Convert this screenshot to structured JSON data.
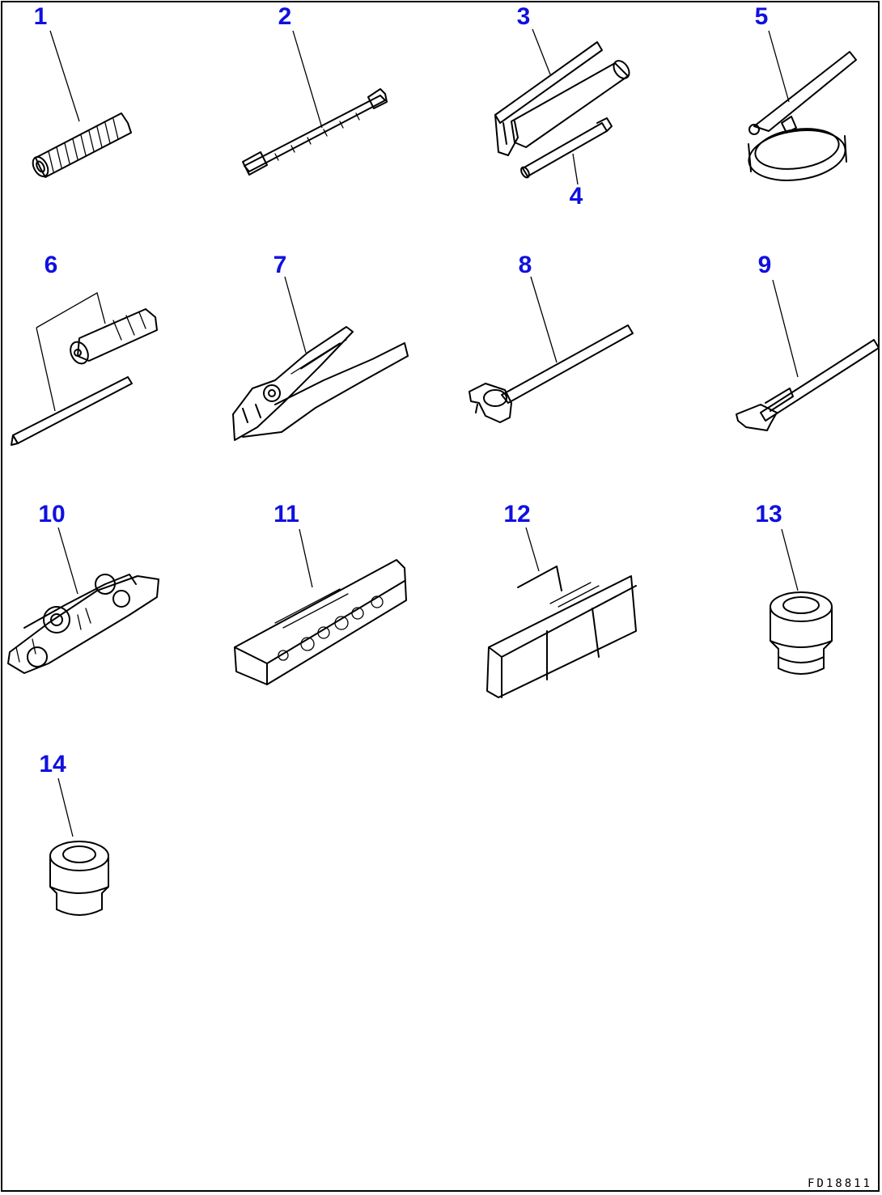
{
  "diagram": {
    "drawing_code": "FD18811",
    "callouts": [
      {
        "number": "1",
        "icon": "spring-coil-icon"
      },
      {
        "number": "2",
        "icon": "extension-bar-icon"
      },
      {
        "number": "3",
        "icon": "grease-gun-icon"
      },
      {
        "number": "4",
        "icon": "grease-nozzle-pipe-icon"
      },
      {
        "number": "5",
        "icon": "filter-wrench-icon"
      },
      {
        "number": "6",
        "icon": "screwdriver-set-icon"
      },
      {
        "number": "7",
        "icon": "pliers-icon"
      },
      {
        "number": "8",
        "icon": "hammer-icon"
      },
      {
        "number": "9",
        "icon": "pry-bar-icon"
      },
      {
        "number": "10",
        "icon": "wrench-set-icon"
      },
      {
        "number": "11",
        "icon": "socket-set-case-icon"
      },
      {
        "number": "12",
        "icon": "tool-bag-icon"
      },
      {
        "number": "13",
        "icon": "socket-icon"
      },
      {
        "number": "14",
        "icon": "socket-small-icon"
      }
    ]
  }
}
